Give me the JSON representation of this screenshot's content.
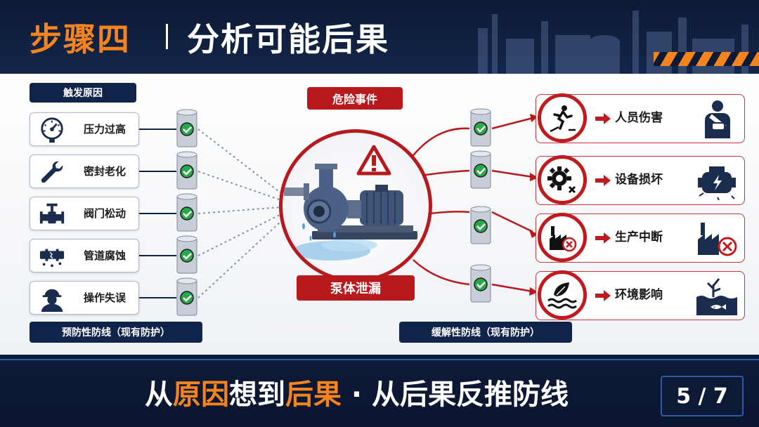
{
  "header": {
    "step": "步骤四",
    "title": "分析可能后果"
  },
  "diagram": {
    "causes_label": "触发原因",
    "causes": [
      {
        "label": "压力过高",
        "icon": "pressure-gauge-icon"
      },
      {
        "label": "密封老化",
        "icon": "wrench-icon"
      },
      {
        "label": "阀门松动",
        "icon": "valve-icon"
      },
      {
        "label": "管道腐蚀",
        "icon": "corroded-pipe-icon"
      },
      {
        "label": "操作失误",
        "icon": "worker-icon"
      }
    ],
    "prevent_label": "预防性防线（现有防护）",
    "event_label": "危险事件",
    "event_name": "泵体泄漏",
    "mitigate_label": "缓解性防线（现有防护）",
    "consequences": [
      {
        "label": "人员伤害",
        "icon": "slip-fall-icon",
        "picture": "injured-person-icon"
      },
      {
        "label": "设备损坏",
        "icon": "gear-broken-icon",
        "picture": "broken-motor-icon"
      },
      {
        "label": "生产中断",
        "icon": "factory-stop-icon",
        "picture": "factory-stop-large-icon"
      },
      {
        "label": "环境影响",
        "icon": "leaf-water-icon",
        "picture": "polluted-water-icon"
      }
    ]
  },
  "footer": {
    "slogan_part1": "从",
    "slogan_hl1": "原因",
    "slogan_part2": "想到",
    "slogan_hl2": "后果",
    "slogan_part3": " · 从后果反推防线",
    "page": "5 / 7"
  },
  "colors": {
    "accent_orange": "#f5841f",
    "danger_red": "#b7191c",
    "navy": "#102449",
    "check_green": "#2aa84a"
  }
}
